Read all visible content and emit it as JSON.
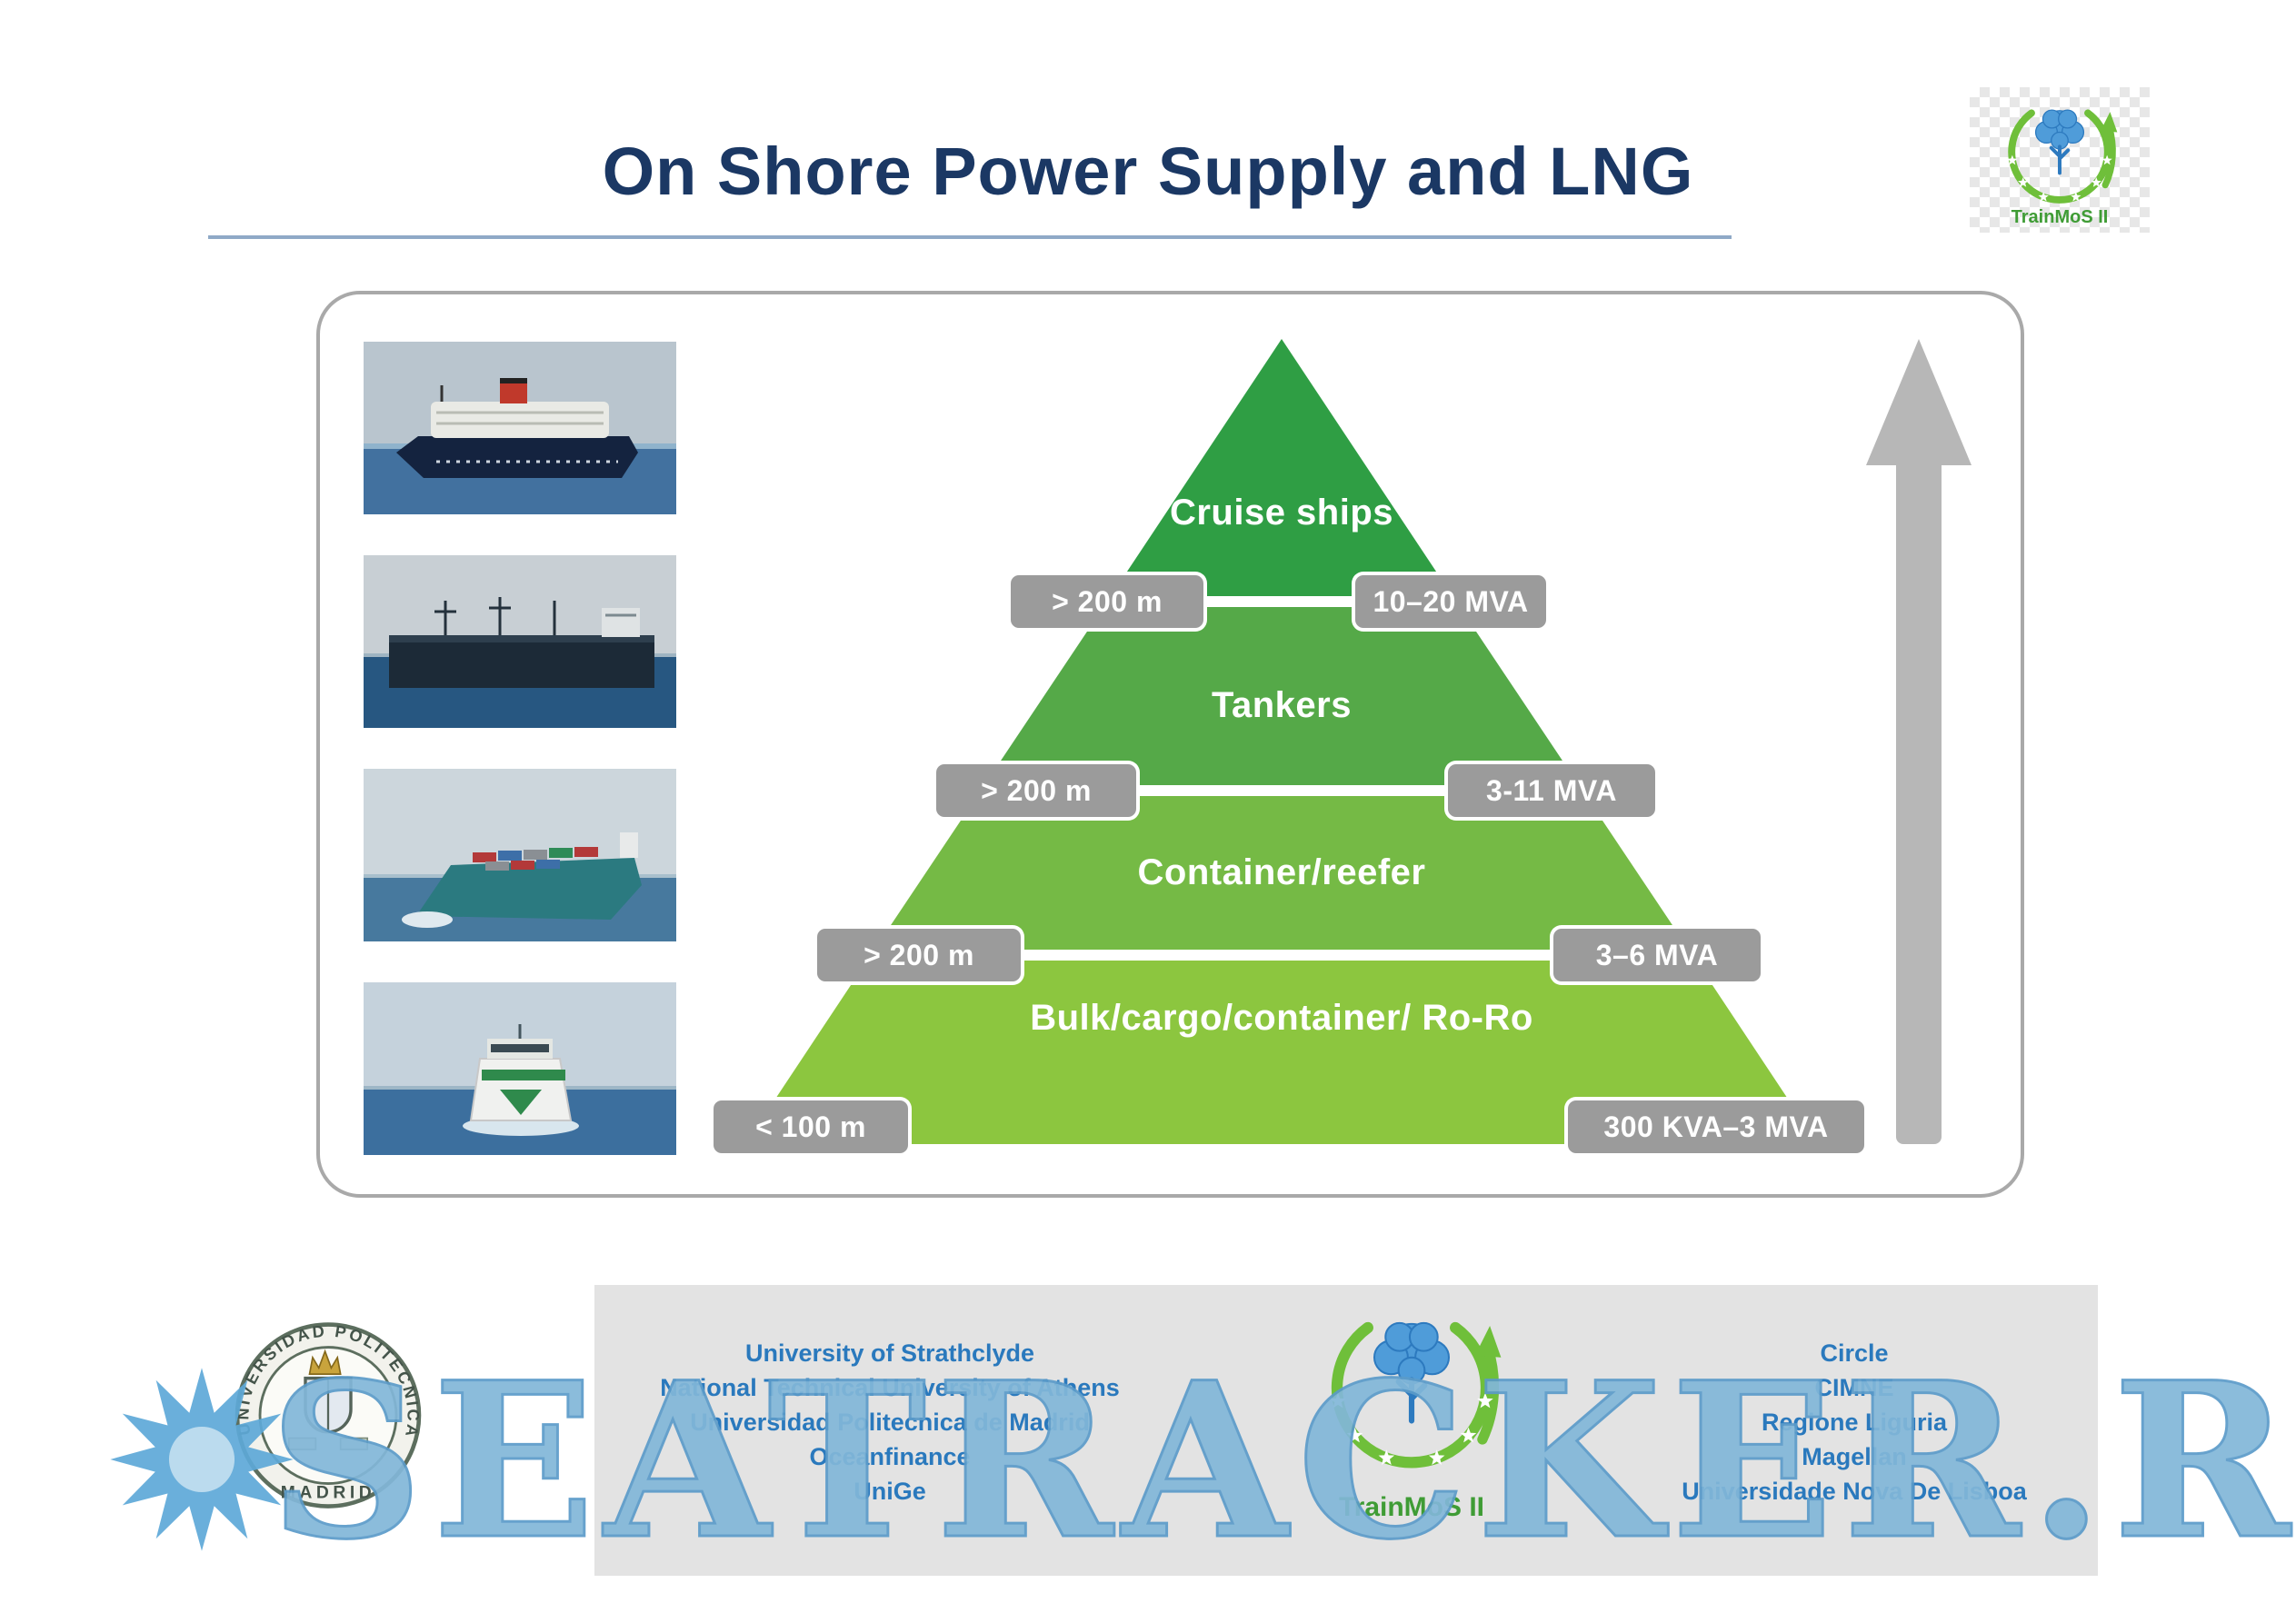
{
  "page": {
    "title": "On Shore Power Supply and LNG"
  },
  "header": {
    "trainmos_label": "TrainMoS II"
  },
  "pyramid": {
    "tiers": [
      {
        "label": "Cruise ships",
        "length": "> 200 m",
        "power": "10–20 MVA",
        "color": "#2f9e44"
      },
      {
        "label": "Tankers",
        "length": "> 200 m",
        "power": "3-11 MVA",
        "color": "#55a948"
      },
      {
        "label": "Container/reefer",
        "length": "> 200 m",
        "power": "3–6 MVA",
        "color": "#75ba45"
      },
      {
        "label": "Bulk/cargo/container/ Ro-Ro",
        "length": "< 100 m",
        "power": "300 KVA–3 MVA",
        "color": "#8cc63f"
      }
    ]
  },
  "ship_photos": [
    {
      "name": "cruise-ship"
    },
    {
      "name": "tanker"
    },
    {
      "name": "container-ship"
    },
    {
      "name": "ferry"
    }
  ],
  "footer": {
    "upm_seal": {
      "ring_top": "UNIVERSIDAD POLITECNICA",
      "ring_bottom": "MADRID"
    },
    "left_partners": [
      "University of Strathclyde",
      "National Technical University of Athens",
      "Universidad Politecnica de Madrid",
      "Oceanfinance",
      "UniGe"
    ],
    "trainmos_label": "TrainMoS II",
    "right_partners": [
      "Circle",
      "CIMNE",
      "Regione Liguria",
      "Magellan",
      "Universidade Nova De Lisboa"
    ]
  },
  "watermark": {
    "text": "SEATRACKER.RU"
  },
  "colors": {
    "title": "#1b3864",
    "underline": "#8fa9c7",
    "badge": "#9b9b9b",
    "arrow": "#b7b7b7",
    "partner_text": "#2a79bd",
    "trainmos_green": "#3f9c35",
    "watermark": "#82b7d9"
  }
}
